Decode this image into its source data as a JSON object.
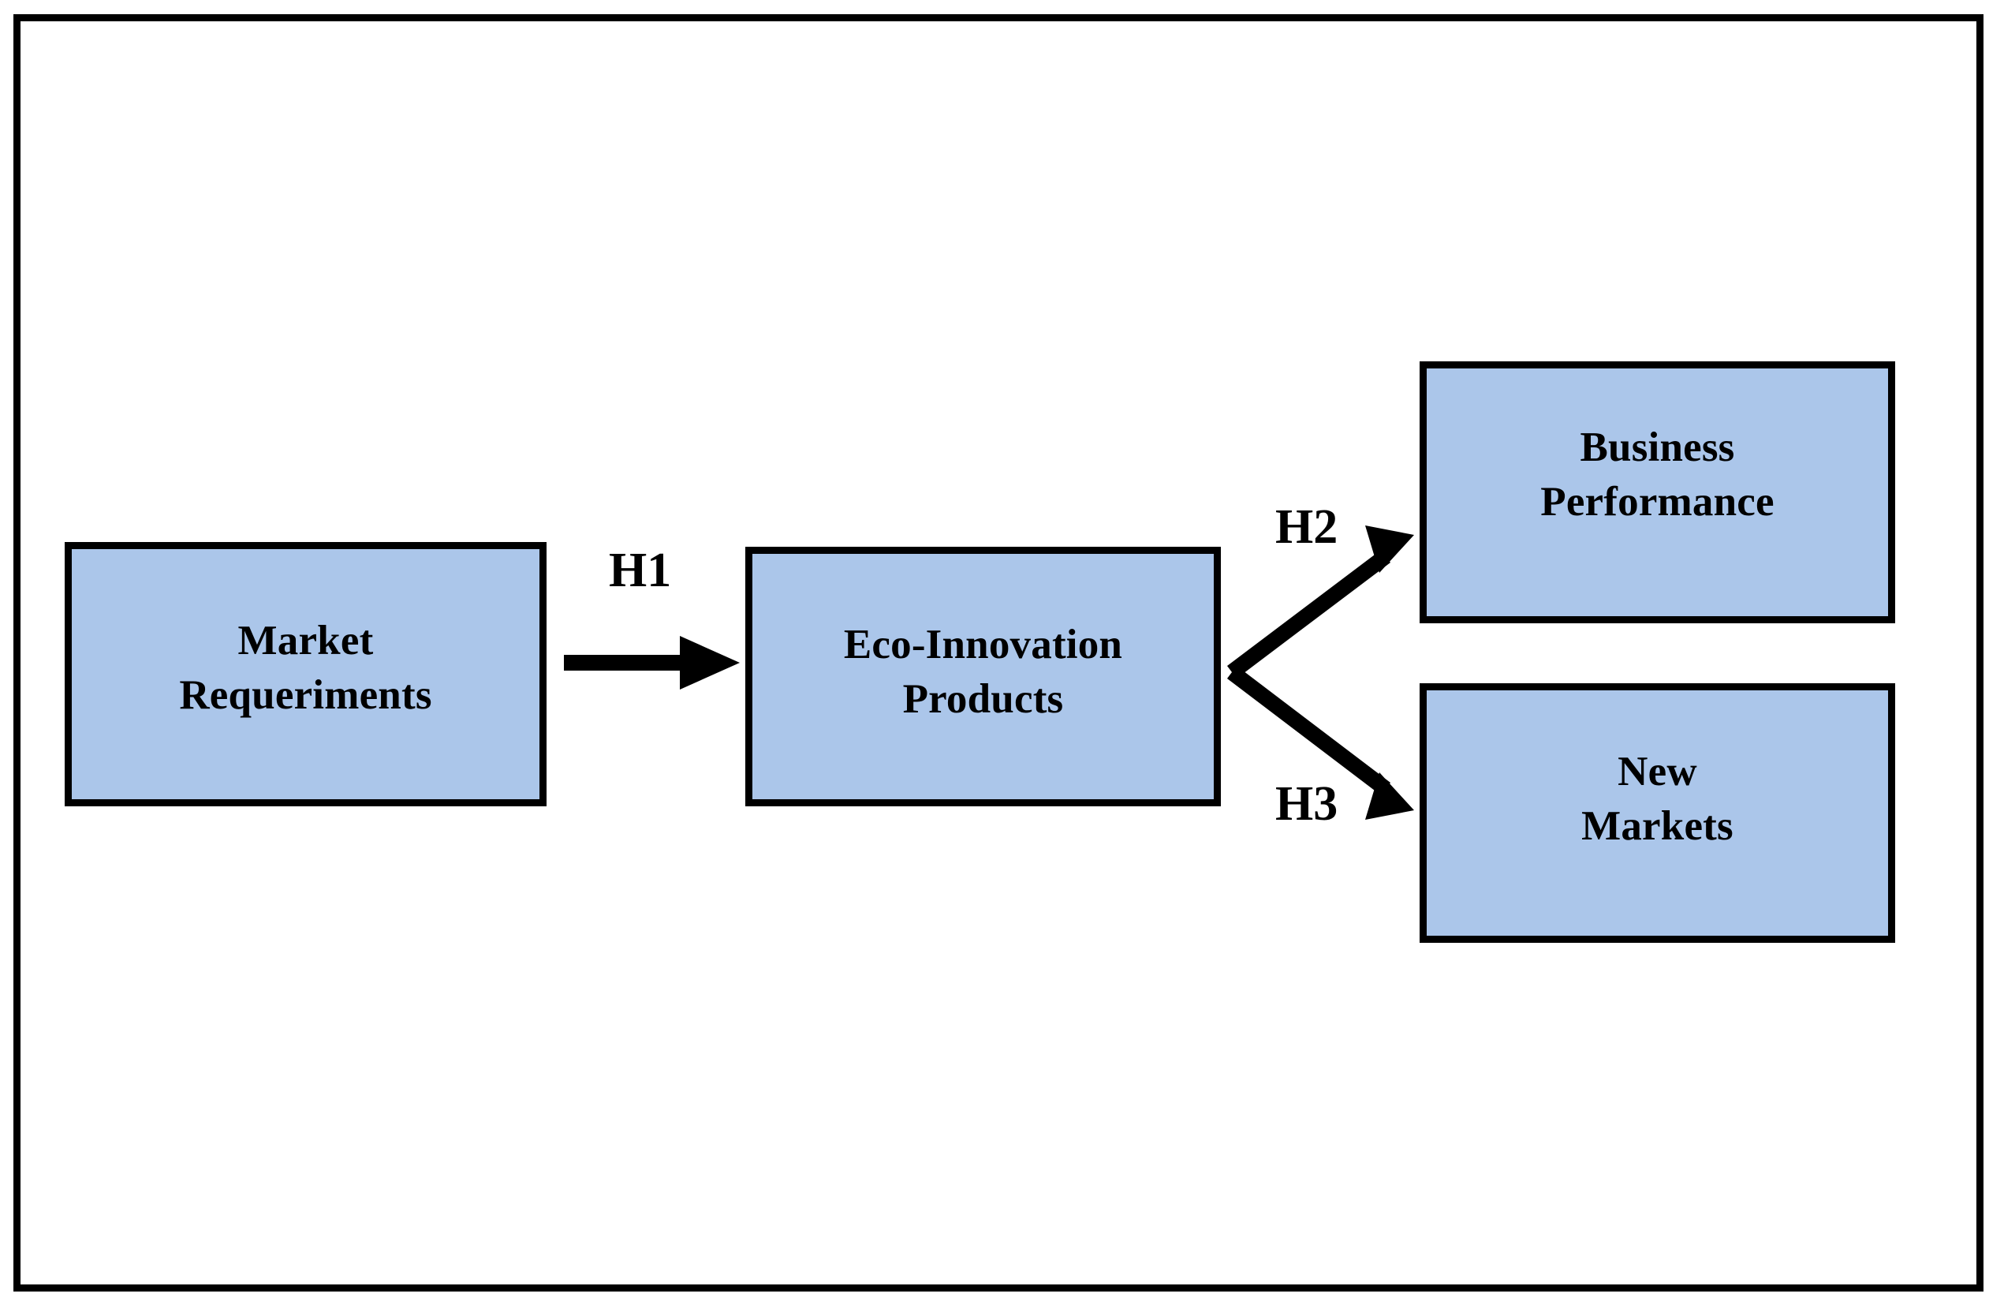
{
  "figure": {
    "type": "conceptual-research-model",
    "background_color": "#ffffff",
    "border_color": "#000000",
    "node_fill_color": "#abc6ea",
    "text_color": "#000000"
  },
  "nodes": [
    {
      "id": "market-requirements",
      "lines": [
        "Market",
        "Requeriments"
      ],
      "line1": "Market",
      "line2": "Requeriments"
    },
    {
      "id": "eco-innovation-products",
      "lines": [
        "Eco-Innovation",
        "Products"
      ],
      "line1": "Eco-Innovation",
      "line2": "Products"
    },
    {
      "id": "business-performance",
      "lines": [
        "Business",
        "Performance"
      ],
      "line1": "Business",
      "line2": "Performance"
    },
    {
      "id": "new-markets",
      "lines": [
        "New",
        "Markets"
      ],
      "line1": "New",
      "line2": "Markets"
    }
  ],
  "edges": [
    {
      "id": "h1",
      "label": "H1",
      "from": "market-requirements",
      "to": "eco-innovation-products",
      "direction": "right"
    },
    {
      "id": "h2",
      "label": "H2",
      "from": "eco-innovation-products",
      "to": "business-performance",
      "direction": "up-right"
    },
    {
      "id": "h3",
      "label": "H3",
      "from": "eco-innovation-products",
      "to": "new-markets",
      "direction": "down-right"
    }
  ]
}
